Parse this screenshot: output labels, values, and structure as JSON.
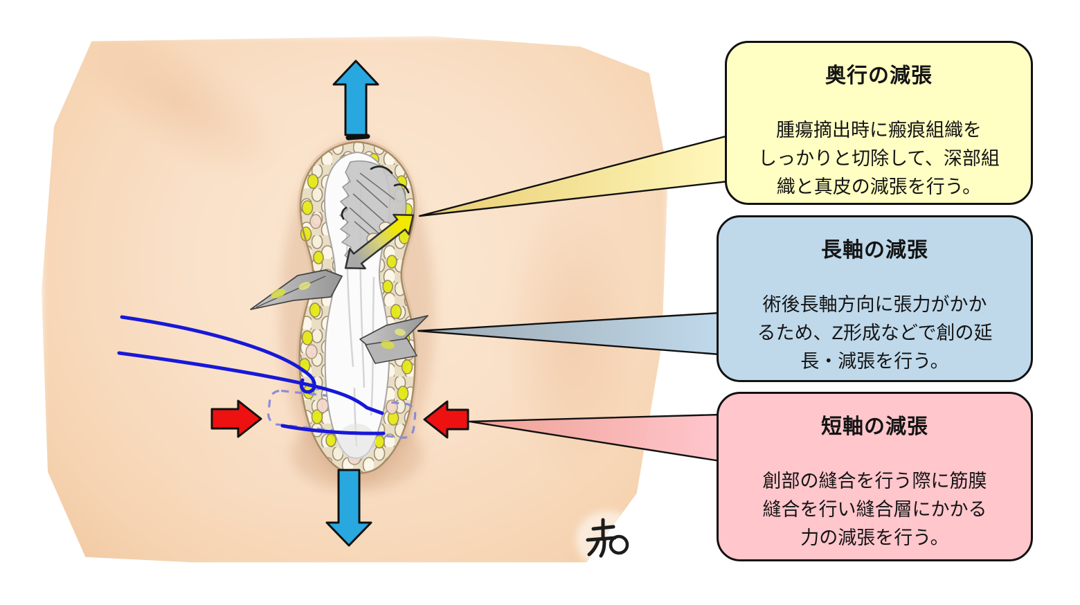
{
  "figure": {
    "description": "Surgical wound cross-section diagram with three tension-release callouts",
    "callouts": [
      {
        "id": "depth",
        "title": "奥行の減張",
        "body": "腫瘍摘出時に瘢痕組織を\nしっかりと切除して、深部組\n織と真皮の減張を行う。",
        "bg": "#FFFFC3"
      },
      {
        "id": "long-axis",
        "title": "長軸の減張",
        "body": "術後長軸方向に張力がかか\nるため、Z形成などで創の延\n長・減張を行う。",
        "bg": "#BFD9EB"
      },
      {
        "id": "short-axis",
        "title": "短軸の減張",
        "body": "創部の縫合を行う際に筋膜\n縫合を行い縫合層にかかる\n力の減張を行う。",
        "bg": "#FFC6CC"
      }
    ],
    "signature": "赤",
    "colors": {
      "skin": "#F8DCC2",
      "arrow_blue": "#29A8E0",
      "arrow_red": "#EE1111",
      "arrow_yellow": "#F2E800",
      "arrow_gray": "#A9A9A9",
      "suture_blue": "#1718D8",
      "dashed_outline": "#8B8BD8"
    }
  }
}
